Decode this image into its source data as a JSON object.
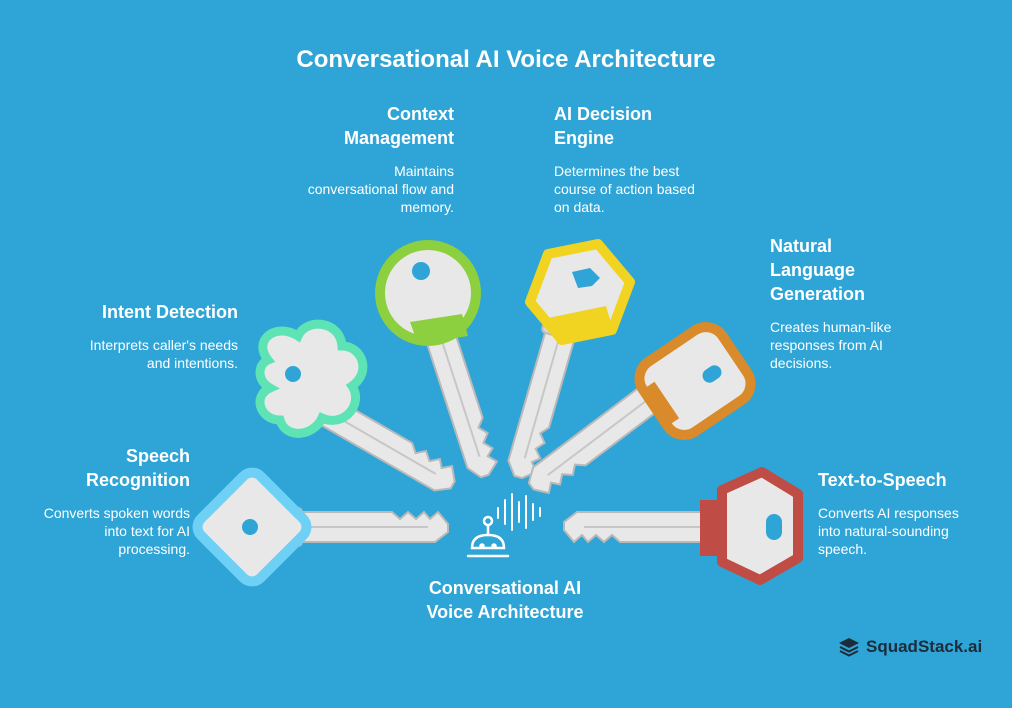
{
  "title": "Conversational AI Voice Architecture",
  "center_label": "Conversational AI\nVoice Architecture",
  "brand": {
    "name": "SquadStack.ai",
    "icon": "layers-icon"
  },
  "colors": {
    "background": "#2ea5d6",
    "key_body": "#e8e8e8",
    "speech_recognition": "#6fd0f5",
    "intent_detection": "#5ee3b5",
    "context_management": "#8ccf3f",
    "decision_engine": "#f1d321",
    "nlg": "#d98a2a",
    "tts": "#bf4d45"
  },
  "stages": [
    {
      "id": "speech-recognition",
      "title": "Speech\nRecognition",
      "description": "Converts spoken words\ninto text for AI\nprocessing."
    },
    {
      "id": "intent-detection",
      "title": "Intent Detection",
      "description": "Interprets caller's needs\nand intentions."
    },
    {
      "id": "context-management",
      "title": "Context\nManagement",
      "description": "Maintains\nconversational flow and\nmemory."
    },
    {
      "id": "ai-decision-engine",
      "title": "AI Decision\nEngine",
      "description": "Determines the best\ncourse of action based\non data."
    },
    {
      "id": "nlg",
      "title": "Natural\nLanguage\nGeneration",
      "description": "Creates human-like\nresponses from AI\ndecisions."
    },
    {
      "id": "tts",
      "title": "Text-to-Speech",
      "description": "Converts AI responses\ninto natural-sounding\nspeech."
    }
  ]
}
